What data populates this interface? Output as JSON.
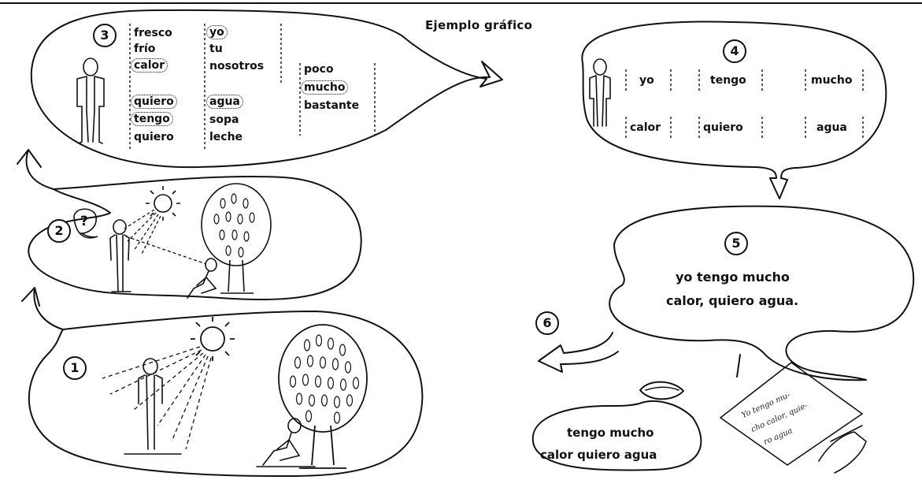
{
  "title": "Ejemplo gráfico",
  "steps": {
    "s1": "1",
    "s2": "2",
    "s3": "3",
    "s4": "4",
    "s5": "5",
    "s6": "6"
  },
  "step2_question": "?",
  "step3_columns": [
    [
      "fresco",
      "frío",
      "calor",
      "quiero",
      "tengo",
      "quiero"
    ],
    [
      "yo",
      "tu",
      "nosotros",
      "agua",
      "sopa",
      "leche"
    ],
    [
      "poco",
      "mucho",
      "bastante"
    ]
  ],
  "step3_selected": [
    "yo",
    "calor",
    "quiero",
    "tengo",
    "agua",
    "mucho"
  ],
  "step4_words": [
    "yo",
    "tengo",
    "mucho",
    "calor",
    "quiero",
    "agua"
  ],
  "step5_sentence": [
    "yo tengo mucho",
    "calor, quiero agua."
  ],
  "spoken_sentence": [
    "tengo mucho",
    "calor quiero agua"
  ],
  "written_sentence": [
    "Yo tengo mu-",
    "cho calor, quie-",
    "ro agua"
  ]
}
